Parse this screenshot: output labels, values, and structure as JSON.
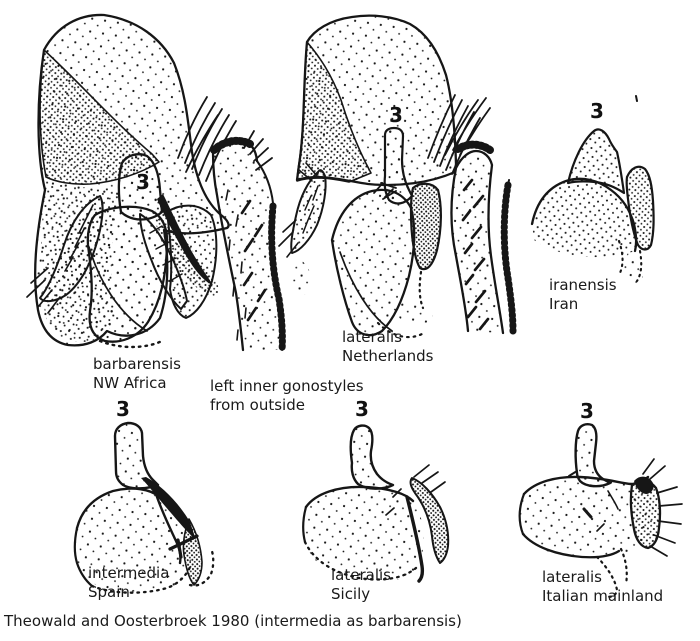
{
  "colors": {
    "ink": "#161616",
    "paper": "#ffffff"
  },
  "figure": {
    "caption": {
      "line1": "left inner gonostyles",
      "line2": "from outside"
    },
    "credit": "Theowald and Oosterbroek 1980 (intermedia as barbarensis)",
    "panels": [
      {
        "id": "barbarensis-nw-africa",
        "marker": "3",
        "species": "barbarensis",
        "locality": "NW Africa"
      },
      {
        "id": "lateralis-netherlands",
        "marker": "3",
        "species": "lateralis",
        "locality": "Netherlands"
      },
      {
        "id": "iranensis-iran",
        "marker": "3",
        "species": "iranensis",
        "locality": "Iran"
      },
      {
        "id": "intermedia-spain",
        "marker": "3",
        "species": "intermedia",
        "locality": "Spain"
      },
      {
        "id": "lateralis-sicily",
        "marker": "3",
        "species": "lateralis",
        "locality": "Sicily"
      },
      {
        "id": "lateralis-italian-mainland",
        "marker": "3",
        "species": "lateralis",
        "locality": "Italian mainland"
      }
    ]
  }
}
